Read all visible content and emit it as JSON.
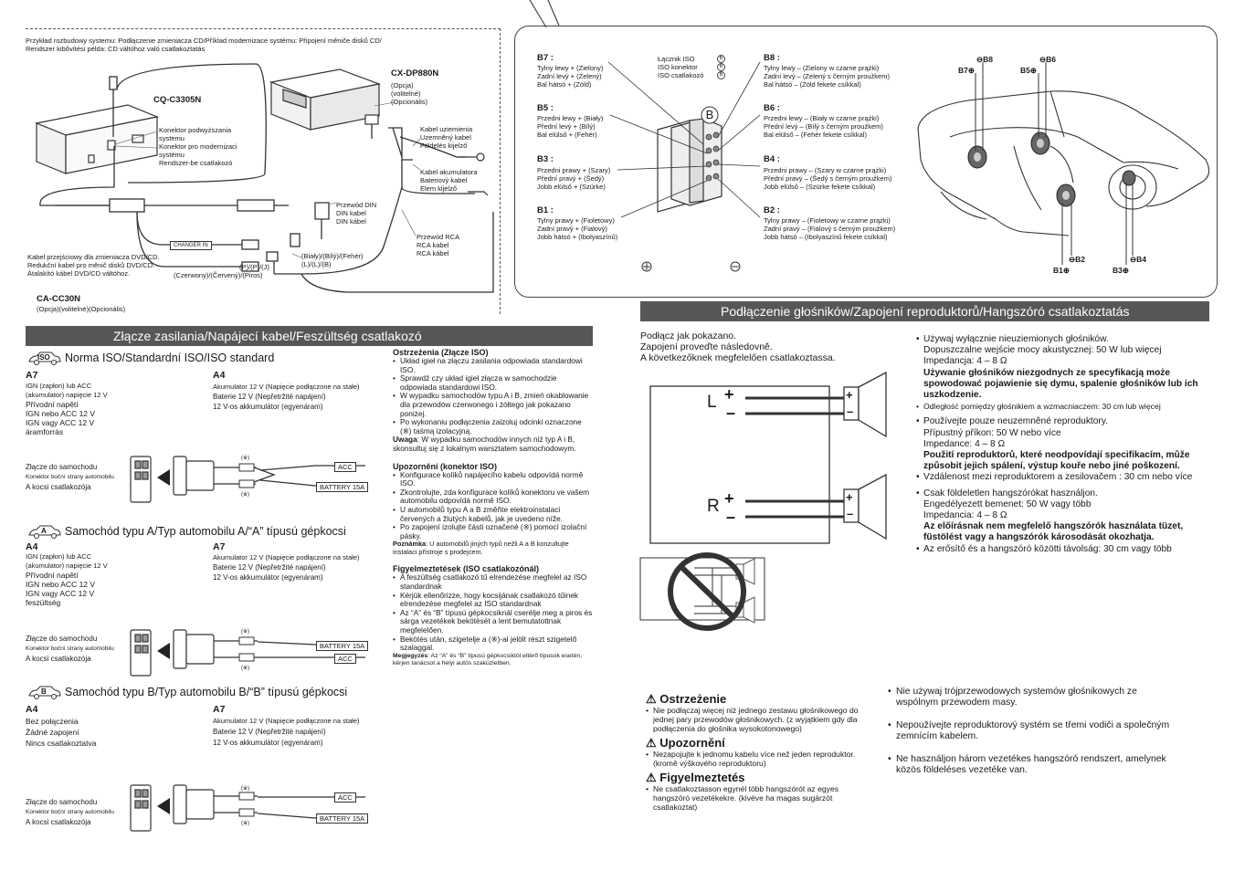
{
  "top_left": {
    "caption_lines": [
      "Przykład rozbudowy systemu: Podłączenie zmieniacza CD/Příklad modernizace systému: Připojení měniče disků CD/",
      "Rendszer kibővítési példa: CD váltóhoz való csatlakoztatás"
    ],
    "unit_main": "CQ-C3305N",
    "unit_changer": "CX-DP880N",
    "changer_opt": [
      "(Opcja)",
      "(volitelné)",
      "(Opcionális)"
    ],
    "connector_lines": [
      "Konektor podwyższania",
      "systemu",
      "Konektor pro modernizaci",
      "systému",
      "Rendszer-be csatlakozó"
    ],
    "ground_lines": [
      "Kabel uziemienia",
      "Uzemněný kabel",
      "Földelés kijelző"
    ],
    "battery_lines": [
      "Kabel akumulatora",
      "Bateriový kabel",
      "Elem kijelző"
    ],
    "din_lines": [
      "Przewód DIN",
      "DIN kabel",
      "DIN kábel"
    ],
    "rca_lines": [
      "Przewód RCA",
      "RCA kabel",
      "RCA kábel"
    ],
    "wbf_lines": [
      "(Biały)/(Bílý)/(Fehér)",
      "(L)/(L)/(B)"
    ],
    "pph": "(P)/(P)/(J)",
    "red_colors": "(Czerwony)/(Červený)/(Piros)",
    "changer_in": "CHANGER IN",
    "cable_lines": [
      "Kabel przejściowy dla zmieniacza DVD/CD.",
      "Redukční kabel pro měnič disků DVD/CD.",
      "Átalakító kábel DVD/CD váltóhoz."
    ],
    "cc30n": "CA-CC30N",
    "cc30n_opt": "(Opcja)(volitelné)(Opcionális)"
  },
  "speaker_panel": {
    "b7": {
      "label": "B7 :",
      "lines": [
        "Tylny lewy + (Zielony)",
        "Zadní levý + (Zelený)",
        "Bal hátsó + (Zöld)"
      ]
    },
    "b5": {
      "label": "B5 :",
      "lines": [
        "Przedni lewy + (Biały)",
        "Přední levý + (Bílý)",
        "Bal elülső + (Fehér)"
      ]
    },
    "b3": {
      "label": "B3 :",
      "lines": [
        "Przedni prawy + (Szary)",
        "Přední pravý + (Šedý)",
        "Jobb elülső + (Szürke)"
      ]
    },
    "b1": {
      "label": "B1 :",
      "lines": [
        "Tylny prawy + (Fioletowy)",
        "Zadní pravý + (Fialový)",
        "Jobb hátsó + (Ibolyaszínű)"
      ]
    },
    "b8": {
      "label": "B8 :",
      "lines": [
        "Tylny lewy – (Zielony w czarne prążki)",
        "Zadní levý – (Zelený s černým proužkem)",
        "Bal hátsó – (Zöld fekete csíkkal)"
      ]
    },
    "b6": {
      "label": "B6 :",
      "lines": [
        "Przedni lewy – (Biały w czarne prążki)",
        "Přední levý – (Bílý s černým proužkem)",
        "Bal elülső – (Fehér fekete csíkkal)"
      ]
    },
    "b4": {
      "label": "B4 :",
      "lines": [
        "Przedni prawy – (Szary w czarne prążki)",
        "Přední pravý – (Šedý s černým proužkem)",
        "Jobb elülső – (Szürke fekete csíkkal)"
      ]
    },
    "b2": {
      "label": "B2 :",
      "lines": [
        "Tylny prawy – (Fioletowy w czarne prążki)",
        "Zadní pravý – (Fialový s černým proužkem)",
        "Jobb hátsó – (Ibolyaszínű fekete csíkkal)"
      ]
    },
    "iso_lines": [
      "Łącznik ISO",
      "ISO konektor",
      "ISO csatlakozó"
    ],
    "iso_badge": "B",
    "b_letter": "B",
    "plus": "⊕",
    "minus": "⊖",
    "car_labels": {
      "b8": "⊖B8",
      "b7": "B7⊕",
      "b6": "⊖B6",
      "b5": "B5⊕",
      "b2": "⊖B2",
      "b1": "B1⊕",
      "b4": "⊖B4",
      "b3": "B3⊕"
    }
  },
  "power_section": {
    "bar_title": "Złącze zasilania/Napájecí kabel/Feszültség csatlakozó",
    "iso": {
      "badge": "ISO",
      "title": "Norma ISO/Standardní ISO/ISO standard",
      "a7": "A7",
      "a7_lines": [
        "IGN (zapłon) lub ACC",
        "(akumulator) napięcie 12 V",
        "Přívodní napětí",
        "IGN nebo ACC 12 V",
        "IGN vagy ACC 12 V",
        "áramforrás"
      ],
      "a4": "A4",
      "a4_lines": [
        "Akumulator 12 V (Napięcie podłączone na stałe)",
        "Baterie 12 V (Nepřetržité napájení)",
        "12 V-os akkumulátor (egyenáram)"
      ],
      "vehicle_lines": [
        "Złącze do samochodu",
        "Konektor boční strany automobilu",
        "A kocsi csatlakozója"
      ],
      "acc": "ACC",
      "battery": "BATTERY 15A"
    },
    "typeA": {
      "badge": "A",
      "title": "Samochód typu A/Typ automobilu A/“A” típusú gépkocsi",
      "a4": "A4",
      "a4_lines": [
        "IGN (zapłon) lub ACC",
        "(akumulator) napięcie 12 V",
        "Přívodní napětí",
        "IGN nebo ACC 12 V",
        "IGN vagy ACC 12 V",
        "feszültség"
      ],
      "a7": "A7",
      "a7_lines": [
        "Akumulator 12 V (Napięcie podłączone na stałe)",
        "Baterie 12 V (Nepřetržité napájení)",
        "12 V-os akkumulátor (egyenáram)"
      ],
      "vehicle_lines": [
        "Złącze do samochodu",
        "Konektor boční strany automobilu",
        "A kocsi csatlakozója"
      ],
      "battery": "BATTERY 15A",
      "acc": "ACC"
    },
    "typeB": {
      "badge": "B",
      "title": "Samochód typu B/Typ automobilu B/“B” típusú gépkocsi",
      "a4": "A4",
      "a4_lines": [
        "Bez połączenia",
        "Žádné zapojení",
        "Nincs csatlakoztatva"
      ],
      "a7": "A7",
      "a7_lines": [
        "Akumulator 12 V (Napięcie podłączone na stałe)",
        "Baterie 12 V (Nepřetržité napájení)",
        "12 V-os akkumulátor (egyenáram)"
      ],
      "vehicle_lines": [
        "Złącze do samochodu",
        "Konektor boční strany automobilu",
        "A kocsi csatlakozója"
      ],
      "acc": "ACC",
      "battery": "BATTERY 15A"
    },
    "mark": "(※)",
    "cautions": {
      "pl_title": "Ostrzeżenia (Złącze ISO)",
      "pl_items": [
        "Układ igieł na złączu zasilania odpowiada standardowi ISO.",
        "Sprawdź czy układ igieł złącza w samochodzie odpowiada standardowi ISO.",
        "W wypadku samochodów typu A i B, zmień okablowanie dla przewodów czerwonego i żółtego jak pokazano poniżej.",
        "Po wykonaniu podłączenia zaizoluj odcinki oznaczone (※) taśmą izolacyjną."
      ],
      "pl_note_label": "Uwaga",
      "pl_note": ": W wypadku samochodów innych niż typ A i B, skonsultuj się z lokalnym warsztatem samochodowym.",
      "cz_title": "Upozornění (konektor ISO)",
      "cz_items": [
        "Konfigurace kolíků napájecího kabelu odpovídá normě ISO.",
        "Zkontrolujte, zda konfigurace kolíků konektoru ve vašem automobilu odpovídá normě ISO.",
        "U automobilů typu A a B změňte elektroinstalaci červených a žlutých kabelů, jak je uvedeno níže.",
        "Po zapojení izolujte části označené (※) pomocí izolační pásky."
      ],
      "cz_note_label": "Poznámka",
      "cz_note": ": U automobilů jiných typů nežli A a B konzultujte instalaci přístroje s prodejcem.",
      "hu_title": "Figyelmeztetések (ISO csatlakozónál)",
      "hu_items": [
        "A feszültség csatlakozó tű elrendezése megfelel az ISO standardnak",
        "Kérjük ellenőrizze, hogy kocsijának csatlakozó tűinek elrendezése megfelel az ISO standardnak",
        "Az “A” és “B” típusú gépkocsiknál cserélje meg a piros és sárga vezetékek bekötését a lent bemutatottnak megfelelően.",
        "Bekötés után, szigetelje a (※)-al jelölt részt szigetelő szalaggal."
      ],
      "hu_note_label": "Megjegyzés",
      "hu_note": ": Az “A” és “B” típusú gépkocsiktól eltérő típusok esetén, kérjen tanácsot a helyi autós szaküzletben."
    }
  },
  "speaker_section": {
    "bar_title": "Podłączenie głośników/Zapojení reproduktorů/Hangszóró csatlakoztatás",
    "intro_lines": [
      "Podłącz jak pokazano.",
      "Zapojení proveďte následovně.",
      "A következőknek megfelelően csatlakoztassa."
    ],
    "L": "L",
    "R": "R",
    "plus": "+",
    "minus": "–",
    "pl_bullet_lines": [
      "Używaj wyłącznie nieuziemionych głośników.",
      "Dopuszczalne wejście mocy akustycznej: 50 W lub więcej",
      "Impedancja: 4 – 8 Ω"
    ],
    "pl_bold": "Używanie głośników niezgodnych ze specyfikacją może spowodować pojawienie się dymu, spalenie głośników lub ich uszkodzenie.",
    "pl_dist": "Odległość pomiędzy głośnikiem a wzmacniaczem: 30 cm lub więcej",
    "cz_bullet_lines": [
      "Používejte pouze neuzemněné reproduktory.",
      "Přípustný příkon: 50 W nebo více",
      "Impedance: 4 – 8 Ω"
    ],
    "cz_bold": "Použití reproduktorů, které neodpovídají specifikacím, může způsobit jejich spálení, výstup kouře nebo jiné poškození.",
    "cz_dist": "Vzdálenost mezi reproduktorem a zesilovačem : 30 cm nebo více",
    "hu_bullet_lines": [
      "Csak földeletlen hangszórókat használjon.",
      "Engedélyezett bemenet: 50 W vagy több",
      "Impedancia: 4 – 8 Ω"
    ],
    "hu_bold": "Az előírásnak nem megfelelő hangszórók használata tüzet, füstölést vagy a hangszórók károsodását okozhatja.",
    "hu_dist": "Az erősítő és a hangszóró közötti távolság: 30 cm vagy több"
  },
  "warnings": {
    "pl_head": "Ostrzeżenie",
    "pl_text": "Nie podłączaj więcej niż jednego zestawu głośnikowego do jednej pary przewodów głośnikowych. (z wyjątkiem gdy dla podłączenia do głośnika wysokotonowego)",
    "cz_head": "Upozornění",
    "cz_text": "Nezapojujte k jednomu kabelu více než jeden reproduktor. (kromě výškového reproduktoru)",
    "hu_head": "Figyelmeztetés",
    "hu_text": "Ne csatlakoztasson egynél több hangszórót az egyes hangszóró vezetékekre. (kivéve ha magas sugárzót csatlakoztat)",
    "right1": "Nie używaj trójprzewodowych systemów głośnikowych ze wspólnym przewodem masy.",
    "right2": "Nepoužívejte reproduktorový systém se třemi vodiči a společným zemnícím kabelem.",
    "right3": "Ne használjon három vezetékes hangszóró rendszert, amelynek közös földeléses vezetéke van."
  }
}
